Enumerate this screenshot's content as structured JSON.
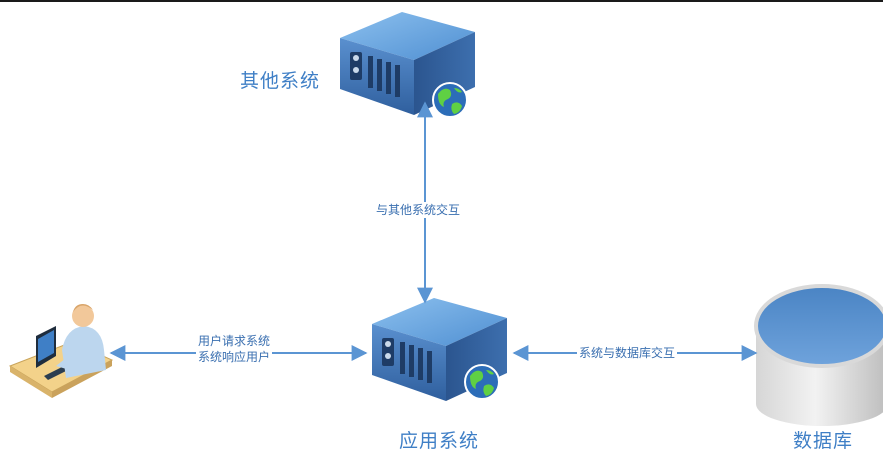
{
  "nodes": {
    "other_system": {
      "label": "其他系统",
      "icon": "server-globe-icon"
    },
    "app_system": {
      "label": "应用系统",
      "icon": "server-globe-icon"
    },
    "database": {
      "label": "数据库",
      "icon": "database-cylinder-icon"
    },
    "user": {
      "label": "",
      "icon": "user-computer-icon"
    }
  },
  "edges": {
    "app_other": {
      "label": "与其他系统交互",
      "direction": "bidirectional"
    },
    "user_app": {
      "labels": [
        "用户请求系统",
        "系统响应用户"
      ],
      "direction": "bidirectional"
    },
    "app_db": {
      "label": "系统与数据库交互",
      "direction": "bidirectional"
    }
  },
  "colors": {
    "arrow": "#5b95d3",
    "label_blue": "#3f7fc6",
    "server_top": "#6aa6e0",
    "server_front": "#3e75b8",
    "globe_green": "#4cc23a"
  }
}
